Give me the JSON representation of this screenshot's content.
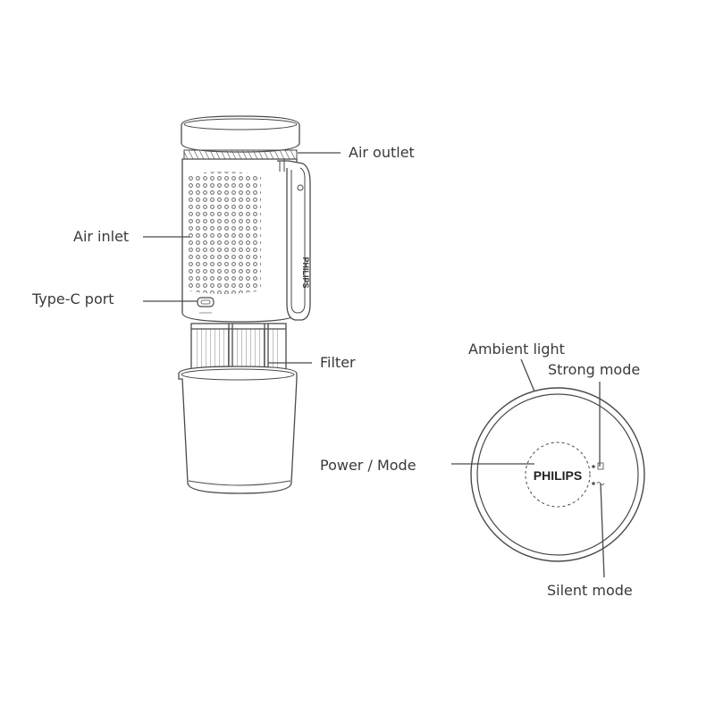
{
  "labels": {
    "air_outlet": "Air outlet",
    "air_inlet": "Air inlet",
    "type_c_port": "Type-C port",
    "filter": "Filter",
    "ambient_light": "Ambient light",
    "strong_mode": "Strong mode",
    "power_mode": "Power / Mode",
    "silent_mode": "Silent mode"
  },
  "brand": {
    "logo_text": "PHILIPS"
  },
  "colors": {
    "line": "#4a4a4a",
    "text": "#3a3a3a",
    "background": "#ffffff"
  }
}
